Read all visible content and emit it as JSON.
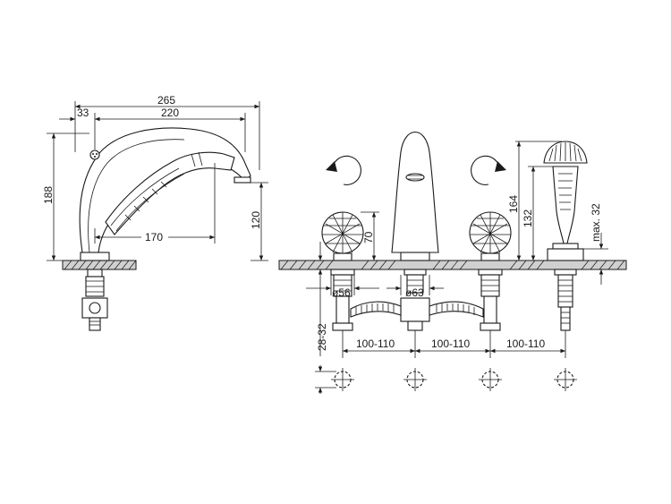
{
  "dimensions": {
    "side_view": {
      "overall_length": "265",
      "handle_offset": "33",
      "spout_length": "220",
      "height": "188",
      "spout_height": "120",
      "reach": "170"
    },
    "front_view": {
      "handle_height": "70",
      "handle_base_dia": "ø56",
      "spout_base_dia": "ø63",
      "deck_thickness": "28-32",
      "spacing_1": "100-110",
      "spacing_2": "100-110",
      "spacing_3": "100-110",
      "shower_height": "164",
      "shower_holder_height": "132",
      "shower_max": "max. 32"
    }
  },
  "rotation_icons": [
    "counterclockwise-arrow-icon",
    "clockwise-arrow-icon"
  ],
  "colors": {
    "line": "#1a1a1a",
    "background": "#ffffff",
    "deck": "#c8c8c8"
  }
}
